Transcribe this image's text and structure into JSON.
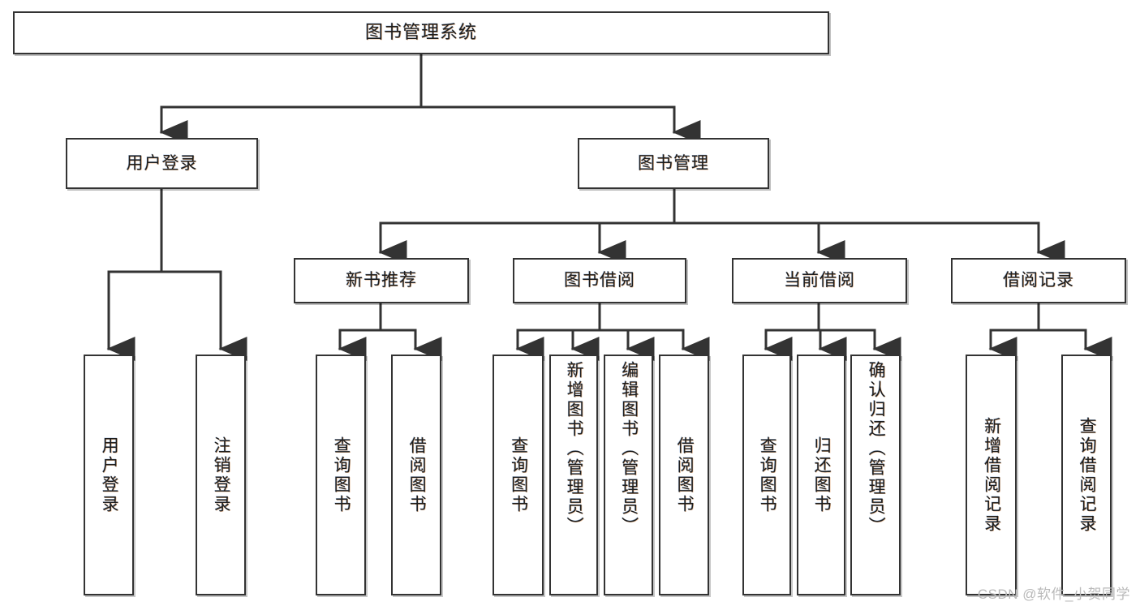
{
  "diagram": {
    "title": "图书管理系统",
    "type": "tree",
    "root": {
      "label": "图书管理系统"
    },
    "level2": [
      {
        "id": "user-login",
        "label": "用户登录"
      },
      {
        "id": "book-manage",
        "label": "图书管理"
      }
    ],
    "level3": [
      {
        "id": "new-book",
        "label": "新书推荐"
      },
      {
        "id": "borrow",
        "label": "图书借阅"
      },
      {
        "id": "current",
        "label": "当前借阅"
      },
      {
        "id": "record",
        "label": "借阅记录"
      }
    ],
    "leaves": {
      "user_login": [
        {
          "id": "leaf-user-login",
          "label": "用户登录"
        },
        {
          "id": "leaf-user-logout",
          "label": "注销登录"
        }
      ],
      "new_book": [
        {
          "id": "leaf-nb-query",
          "label": "查询图书"
        },
        {
          "id": "leaf-nb-borrow",
          "label": "借阅图书"
        }
      ],
      "book_borrow": [
        {
          "id": "leaf-bb-query",
          "label": "查询图书"
        },
        {
          "id": "leaf-bb-add",
          "label": "新增图书（管理员）"
        },
        {
          "id": "leaf-bb-edit",
          "label": "编辑图书（管理员）"
        },
        {
          "id": "leaf-bb-borrow",
          "label": "借阅图书"
        }
      ],
      "current_borrow": [
        {
          "id": "leaf-cb-query",
          "label": "查询图书"
        },
        {
          "id": "leaf-cb-return",
          "label": "归还图书"
        },
        {
          "id": "leaf-cb-confirm",
          "label": "确认归还（管理员）"
        }
      ],
      "borrow_record": [
        {
          "id": "leaf-br-add",
          "label": "新增借阅记录"
        },
        {
          "id": "leaf-br-query",
          "label": "查询借阅记录"
        }
      ]
    }
  },
  "watermark": {
    "text": "CSDN @软件_小贺同学"
  },
  "colors": {
    "stroke": "#333333",
    "box_fill": "#ffffff",
    "text": "#1d1d1d",
    "watermark": "#b9b9b9",
    "background": "#ffffff"
  }
}
